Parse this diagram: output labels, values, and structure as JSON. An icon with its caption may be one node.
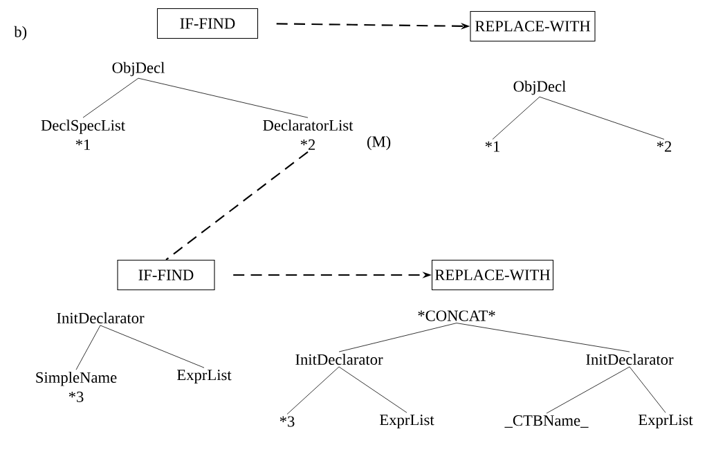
{
  "diagram": {
    "nodes": [
      {
        "text": [
          "IF-FIND"
        ]
      },
      {
        "text": [
          "REPLACE-WITH"
        ]
      },
      {
        "text": [
          "ObjDecl"
        ]
      },
      {
        "text": [
          "DeclSpecList",
          "*1"
        ]
      },
      {
        "text": [
          "DeclaratorList",
          "*2"
        ],
        "beside": [
          "(M)"
        ]
      },
      {
        "text": [
          "ObjDecl"
        ]
      },
      {
        "text": [
          "*1"
        ]
      },
      {
        "text": [
          "*2"
        ]
      },
      {
        "text": [
          "IF-FIND"
        ]
      },
      {
        "text": [
          "REPLACE-WITH"
        ]
      },
      {
        "text": [
          "InitDeclarator"
        ]
      },
      {
        "text": [
          "SimpleName",
          "*3"
        ]
      },
      {
        "text": [
          "ExprList"
        ]
      },
      {
        "text": [
          "*CONCAT*"
        ]
      },
      {
        "text": [
          "InitDeclarator"
        ]
      },
      {
        "text": [
          "InitDeclarator"
        ]
      },
      {
        "text": [
          "*3"
        ]
      },
      {
        "text": [
          "ExprList"
        ]
      },
      {
        "text": [
          "_CTBName_"
        ]
      },
      {
        "text": [
          "ExprList"
        ]
      }
    ],
    "edges": [
      {
        "from": 0,
        "to": 1,
        "arrow": "to",
        "style": "dashed"
      },
      {
        "from": 2,
        "to": 3,
        "arrow": "none"
      },
      {
        "from": 2,
        "to": 4,
        "arrow": "none"
      },
      {
        "from": 5,
        "to": 6,
        "arrow": "none"
      },
      {
        "from": 5,
        "to": 7,
        "arrow": "none"
      },
      {
        "from": 4,
        "to": 8,
        "arrow": "none",
        "style": "dashed"
      },
      {
        "from": 8,
        "to": 9,
        "arrow": "to",
        "style": "dashed"
      },
      {
        "from": 10,
        "to": 11,
        "arrow": "none"
      },
      {
        "from": 10,
        "to": 12,
        "arrow": "none"
      },
      {
        "from": 13,
        "to": 14,
        "arrow": "none"
      },
      {
        "from": 13,
        "to": 15,
        "arrow": "none"
      },
      {
        "from": 14,
        "to": 16,
        "arrow": "none"
      },
      {
        "from": 14,
        "to": 17,
        "arrow": "none"
      },
      {
        "from": 15,
        "to": 18,
        "arrow": "none"
      },
      {
        "from": 15,
        "to": 19,
        "arrow": "none"
      }
    ],
    "labels": [
      "b)"
    ]
  }
}
